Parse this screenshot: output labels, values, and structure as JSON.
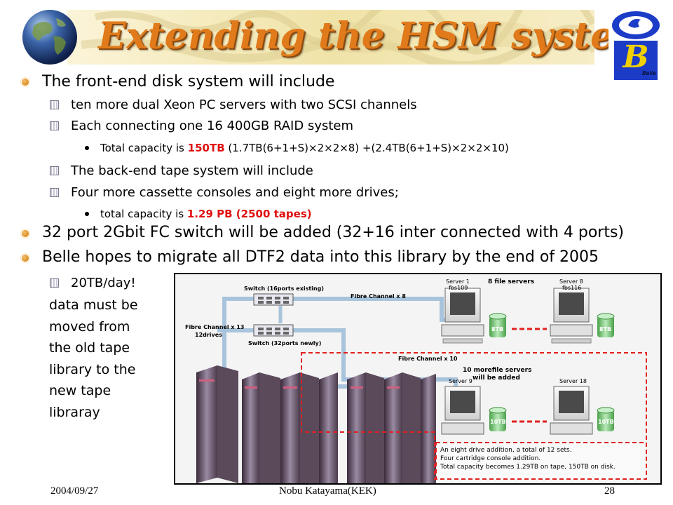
{
  "title": "Extending the HSM system",
  "bullets": {
    "b1": "The front-end disk system will include",
    "b1_1": "ten more dual Xeon PC servers with two SCSI channels",
    "b1_2": "Each connecting one 16 400GB RAID system",
    "b1_2_1_pre": "Total capacity is ",
    "b1_2_1_value": "150TB",
    "b1_2_1_post": " (1.7TB(6+1+S)×2×2×8) +(2.4TB(6+1+S)×2×2×10)",
    "b1_3": "The back-end tape system will include",
    "b1_4": "Four more cassette consoles and eight more drives;",
    "b1_4_1_pre": "total capacity is ",
    "b1_4_1_value": "1.29 PB (2500 tapes)",
    "b2": "32 port 2Gbit FC switch will be added (32+16 inter connected with 4 ports)",
    "b3": "Belle hopes to migrate all DTF2 data into this library by the end of 2005",
    "b3_1": "20TB/day!"
  },
  "side_text": [
    "data must be",
    "moved from",
    "the old tape",
    "library to the",
    "new tape",
    "libraray"
  ],
  "diagram": {
    "switch_existing": "Switch (16ports existing)",
    "switch_new": "Switch (32ports newly)",
    "fc_x8": "Fibre Channel x 8",
    "fc_x13": "Fibre Channel x 13",
    "drives": "12drives",
    "fc_x10": "Fibre Channel x 10",
    "file_servers": "8 file servers",
    "server1": "Server 1",
    "server1_host": "fbs109",
    "server8": "Server 8",
    "server8_host": "fbs116",
    "more_servers_1": "10 morefile servers",
    "more_servers_2": "will be added",
    "server9": "Server 9",
    "server18": "Server 18",
    "disk_8tb": "8TB",
    "disk_10tb": "10TB",
    "note_1": "An eight drive addition, a total of 12 sets.",
    "note_2": "Four cartridge console addition.",
    "note_3": "Total capacity becomes 1.29TB on tape, 150TB on disk."
  },
  "footer": {
    "date": "2004/09/27",
    "author": "Nobu Katayama(KEK)",
    "page": "28"
  },
  "logo": {
    "text": "Belle"
  },
  "colors": {
    "title": "#e07a1a",
    "highlight": "#e01010",
    "dashed_box": "#e02020",
    "cable": "#a8c4dc"
  }
}
